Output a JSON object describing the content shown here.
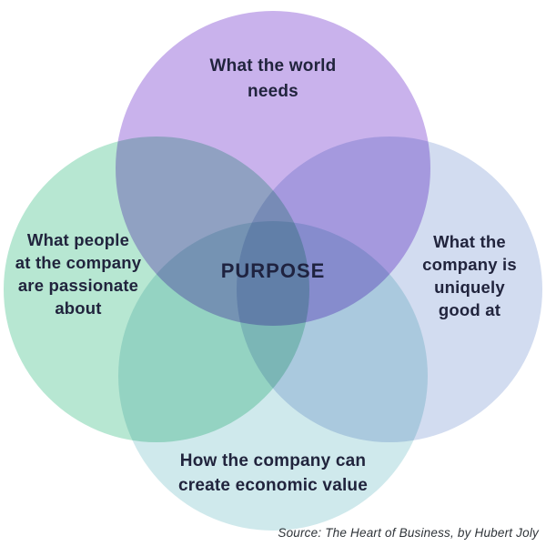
{
  "venn": {
    "type": "venn-4-circle",
    "center_label": "PURPOSE",
    "source": "Source: The Heart of Business, by Hubert Joly",
    "colors": {
      "circle_top": "#c9b2ec",
      "circle_left": "#b7e7d2",
      "circle_right": "#d2dcf0",
      "circle_bottom": "#cfe9ec",
      "overlap_top_left": "#9da5d9",
      "overlap_top_right": "#a395e0",
      "overlap_bottom_left": "#8fd9c8",
      "overlap_bottom_right": "#a9d2e4",
      "overlap_center": "#7d88d5",
      "text": "#21243d",
      "background": "#ffffff"
    },
    "circles": {
      "top": {
        "label": "What the world needs",
        "lines": [
          "What the world",
          "needs"
        ]
      },
      "left": {
        "label": "What people at the company are passionate about",
        "lines": [
          "What people",
          "at the company",
          "are passionate",
          "about"
        ]
      },
      "right": {
        "label": "What the company is uniquely good at",
        "lines": [
          "What the",
          "company is",
          "uniquely",
          "good at"
        ]
      },
      "bottom": {
        "label": "How the company can create economic value",
        "lines": [
          "How the company can",
          "create economic value"
        ]
      }
    }
  }
}
